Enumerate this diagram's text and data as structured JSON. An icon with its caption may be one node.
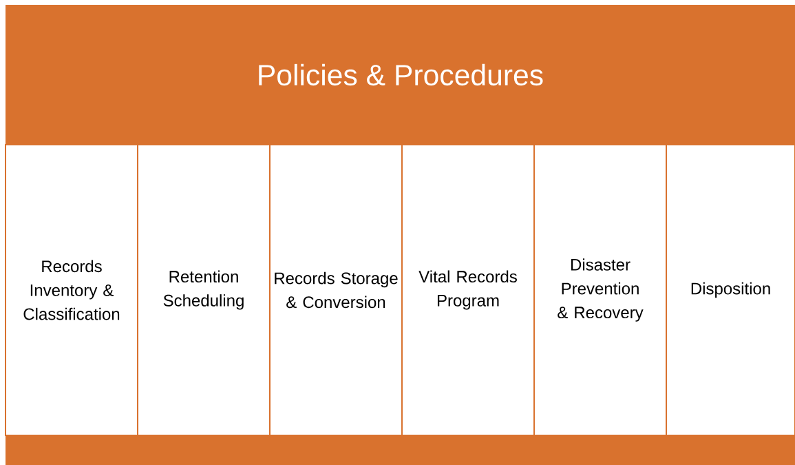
{
  "diagram": {
    "nodes": [
      {
        "text": [
          "Policies & Procedures"
        ]
      },
      {
        "text": [
          "Records Inventory & Classification"
        ]
      },
      {
        "text": [
          "Retention Scheduling"
        ]
      },
      {
        "text": [
          "Records Storage & Conversion"
        ]
      },
      {
        "text": [
          "Vital Records Program"
        ]
      },
      {
        "text": [
          "Disaster Prevention & Recovery"
        ]
      },
      {
        "text": [
          "Disposition"
        ]
      },
      {
        "text": [],
        "shape": "bar"
      }
    ]
  }
}
